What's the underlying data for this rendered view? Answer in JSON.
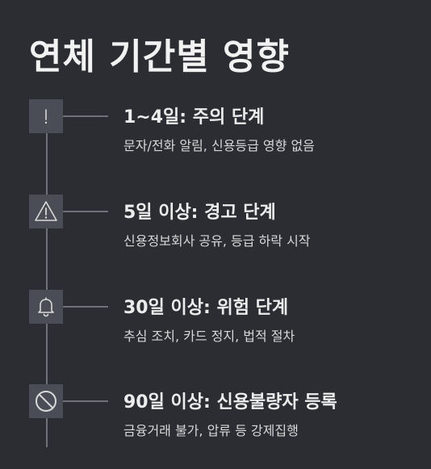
{
  "title": "연체 기간별 영향",
  "colors": {
    "background": "#2b2d33",
    "icon_box": "#4a4d55",
    "line": "#6f7178",
    "text": "#e6e6e6"
  },
  "stages": [
    {
      "icon": "exclamation-icon",
      "title": "1~4일: 주의 단계",
      "description": "문자/전화 알림, 신용등급 영향 없음"
    },
    {
      "icon": "warning-triangle-icon",
      "title": "5일 이상: 경고 단계",
      "description": "신용정보회사 공유, 등급 하락 시작"
    },
    {
      "icon": "bell-icon",
      "title": "30일 이상: 위험 단계",
      "description": "추심 조치, 카드 정지, 법적 절차"
    },
    {
      "icon": "prohibited-icon",
      "title": "90일 이상: 신용불량자 등록",
      "description": "금융거래 불가, 압류 등 강제집행"
    }
  ]
}
